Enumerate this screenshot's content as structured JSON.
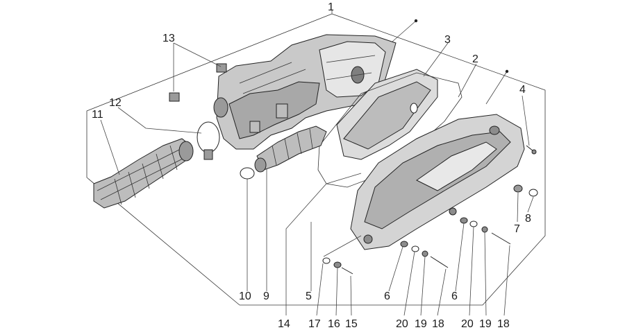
{
  "diagram": {
    "labels": [
      "1",
      "2",
      "3",
      "4",
      "5",
      "6",
      "6",
      "7",
      "8",
      "9",
      "10",
      "11",
      "12",
      "13",
      "14",
      "15",
      "16",
      "17",
      "18",
      "18",
      "19",
      "19",
      "20",
      "20"
    ]
  },
  "colors": {
    "line": "#222222",
    "part_fill": "#d9d9d9",
    "part_shade": "#b5b5b5",
    "part_dark": "#8c8c8c",
    "background": "#ffffff"
  }
}
